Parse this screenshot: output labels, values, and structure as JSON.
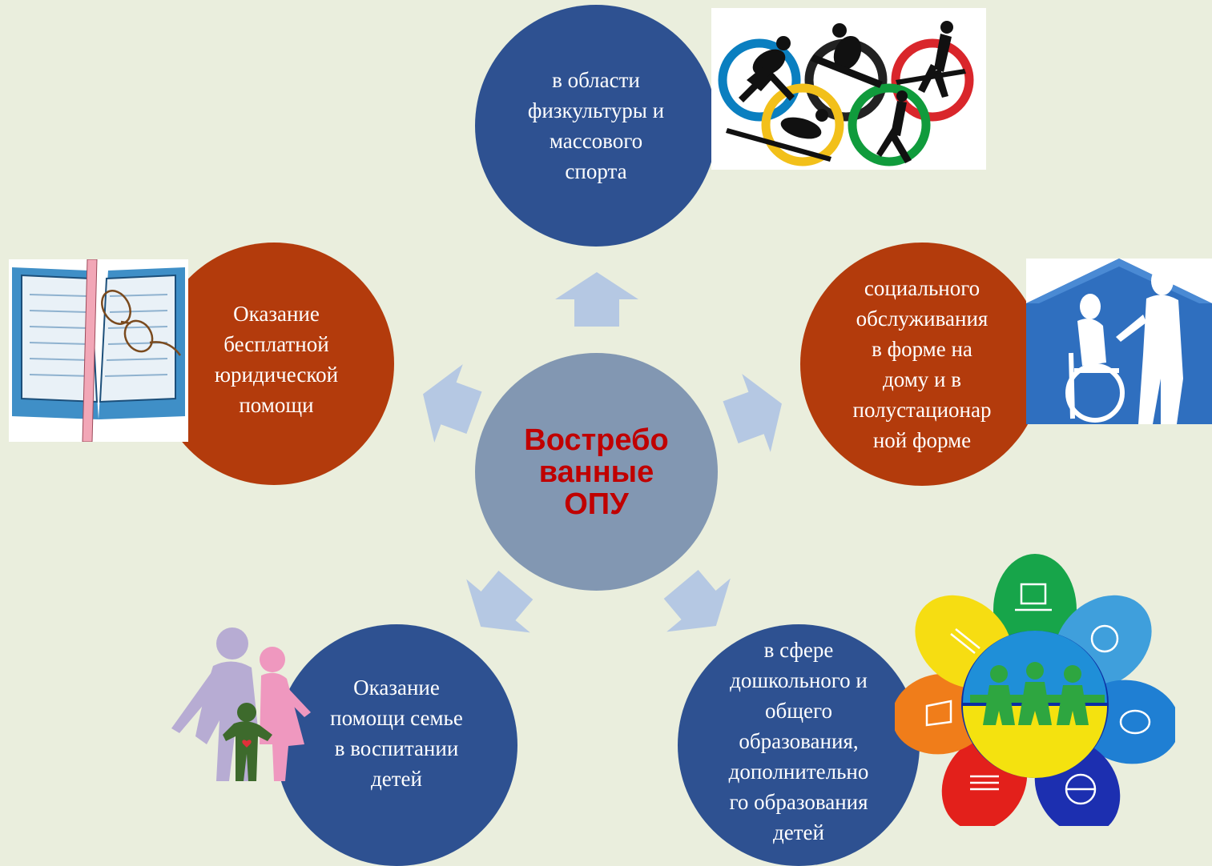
{
  "center": {
    "text": "Востребо\nванные\nОПУ"
  },
  "nodes": {
    "top": {
      "text": "в области\nфизкультуры и\nмассового\nспорта"
    },
    "right": {
      "text": "социального\nобслуживания\nв форме на\nдому и в\nполустационар\nной форме"
    },
    "left": {
      "text": "Оказание\nбесплатной\nюридической\nпомощи"
    },
    "bottom_left": {
      "text": "Оказание\nпомощи семье\nв воспитании\nдетей"
    },
    "bottom_right": {
      "text": "в сфере\nдошкольного и\nобщего\nобразования,\nдополнительно\nго образования\nдетей"
    }
  },
  "colors": {
    "background": "#eaeedd",
    "blue_node": "#2e5191",
    "brown_node": "#b33b0c",
    "center_node": "#8297b2",
    "center_text": "#c00000",
    "arrow": "#b5c8e3"
  },
  "images": {
    "top": "olympic-rings-winter-sports-icon",
    "right": "home-care-wheelchair-icon",
    "left": "open-book-with-glasses-icon",
    "bottom_left": "family-silhouette-icon",
    "bottom_right": "education-flower-icon"
  }
}
